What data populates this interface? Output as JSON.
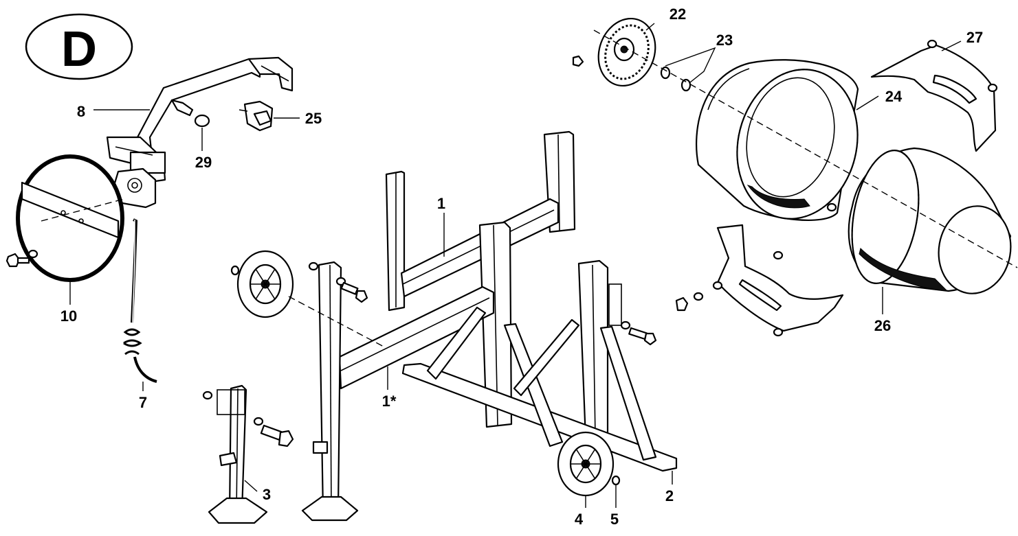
{
  "diagram": {
    "section_label": "D",
    "part_numbers": {
      "frame_upper": "1",
      "frame_lower": "1*",
      "base_bar": "2",
      "support_leg": "3",
      "wheel": "4",
      "clip": "5",
      "cable": "7",
      "tilt_arm": "8",
      "hand_wheel": "10",
      "bearing_plate": "22",
      "washers": "23",
      "drum_rear": "24",
      "bracket": "25",
      "drum_front": "26",
      "drum_guard": "27",
      "knob": "29"
    }
  }
}
